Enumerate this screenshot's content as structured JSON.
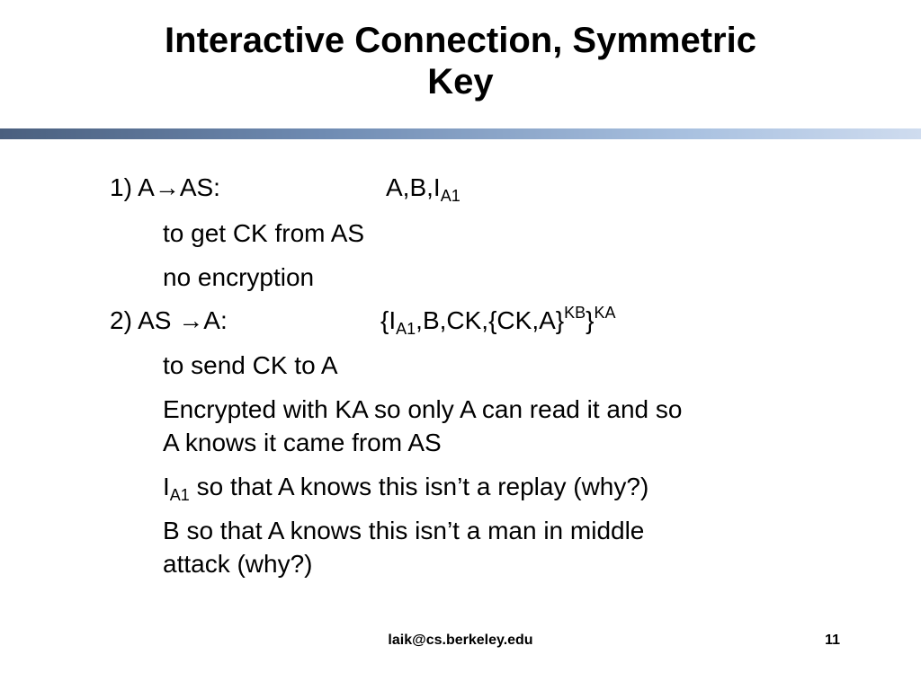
{
  "slide": {
    "title_line1": "Interactive Connection, Symmetric",
    "title_line2": "Key",
    "step1": {
      "label_pre": "1) A",
      "arrow": "→",
      "label_post": "AS:",
      "msg_main": "A,B,I",
      "msg_sub": "A1",
      "note1": "to get CK from AS",
      "note2": "no encryption"
    },
    "step2": {
      "label_pre": "2) AS ",
      "arrow": "→",
      "label_post": "A:",
      "msg_open": "{I",
      "msg_sub": "A1",
      "msg_mid": ",B,CK,{CK,A}",
      "msg_sup1": "KB",
      "msg_close": "}",
      "msg_sup2": "KA",
      "note1": "to send CK to A",
      "note2_line1": "Encrypted with KA so only A can read it and so",
      "note2_line2": "A knows it came from AS",
      "note3_i": "I",
      "note3_sub": "A1",
      "note3_rest": " so that A knows this isn’t a replay (why?)",
      "note4_line1": "B so that A knows this isn’t a man in middle",
      "note4_line2": "attack (why?)"
    },
    "footer": {
      "email": "laik@cs.berkeley.edu",
      "page_number": "11"
    }
  }
}
